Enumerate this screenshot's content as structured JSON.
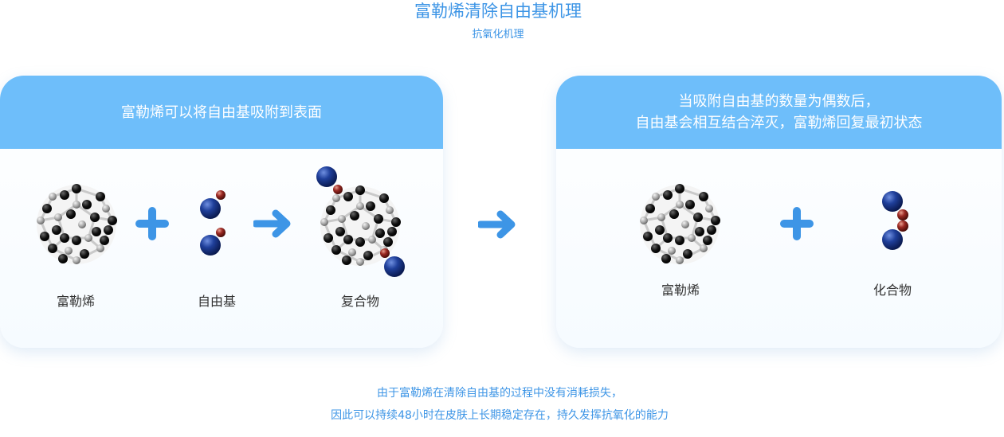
{
  "header": {
    "title": "富勒烯清除自由基机理",
    "subtitle": "抗氧化机理"
  },
  "left_card": {
    "heading": "富勒烯可以将自由基吸附到表面",
    "labels": {
      "fullerene": "富勒烯",
      "radical": "自由基",
      "complex": "复合物"
    }
  },
  "right_card": {
    "heading_lines": [
      "当吸附自由基的数量为偶数后，",
      "自由基会相互结合淬灭，富勒烯回复最初状态"
    ],
    "labels": {
      "fullerene": "富勒烯",
      "compound": "化合物"
    }
  },
  "footer": {
    "lines": [
      "由于富勒烯在清除自由基的过程中没有消耗损失，",
      "因此可以持续48小时在皮肤上长期稳定存在，持久发挥抗氧化的能力"
    ]
  },
  "colors": {
    "accent": "#3d95e6",
    "card_header": "#6ebefa",
    "symbol_blue": "#3d95e6",
    "radical_blue": "#1a3c8c",
    "radical_red": "#9c2a24"
  }
}
